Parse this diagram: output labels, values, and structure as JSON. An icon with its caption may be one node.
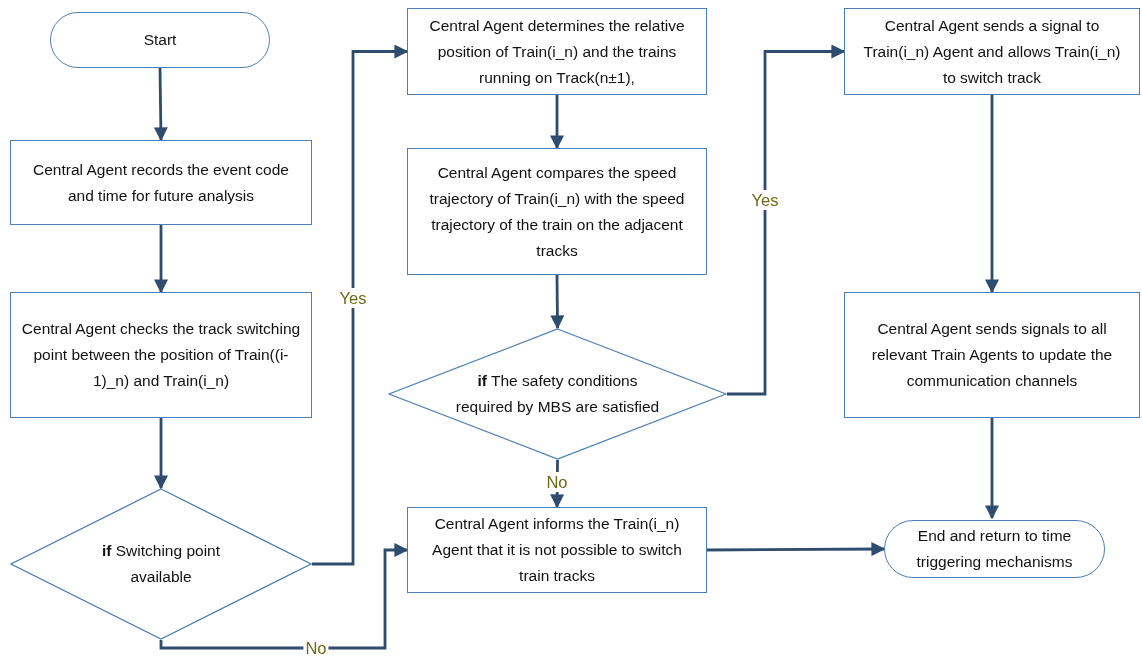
{
  "diagram": {
    "nodes": [
      {
        "text": [
          "Start"
        ]
      },
      {
        "text": [
          "Central Agent records the event code and time for future analysis"
        ]
      },
      {
        "text": [
          "Central Agent  checks the track switching point between the position of Train((i-1)_n) and Train(i_n)"
        ]
      },
      {
        "text": [
          "**if** Switching point available"
        ]
      },
      {
        "text": [
          "Central Agent determines the relative position of Train(i_n) and the trains running on Track(n±1),"
        ]
      },
      {
        "text": [
          "Central Agent compares the speed trajectory of Train(i_n) with the speed trajectory of the train on the adjacent tracks"
        ]
      },
      {
        "text": [
          "**if** The safety conditions required by MBS are satisfied"
        ]
      },
      {
        "text": [
          "Central Agent informs the Train(i_n) Agent that it is not possible to switch train tracks"
        ]
      },
      {
        "text": [
          "Central Agent sends a signal to Train(i_n) Agent and allows Train(i_n) to switch track"
        ]
      },
      {
        "text": [
          "Central Agent  sends signals to all relevant Train Agents to update the communication channels"
        ]
      },
      {
        "text": [
          "End and return to time triggering mechanisms"
        ]
      }
    ],
    "edges": [
      {
        "from": 0,
        "to": 1,
        "arrow": "to"
      },
      {
        "from": 1,
        "to": 2,
        "arrow": "to"
      },
      {
        "from": 2,
        "to": 3,
        "arrow": "to"
      },
      {
        "from": 3,
        "to": 4,
        "arrow": "to",
        "label": "Yes"
      },
      {
        "from": 3,
        "to": 7,
        "arrow": "to",
        "label": "No"
      },
      {
        "from": 4,
        "to": 5,
        "arrow": "to"
      },
      {
        "from": 5,
        "to": 6,
        "arrow": "to"
      },
      {
        "from": 6,
        "to": 8,
        "arrow": "to",
        "label": "Yes"
      },
      {
        "from": 6,
        "to": 7,
        "arrow": "to",
        "label": "No"
      },
      {
        "from": 8,
        "to": 9,
        "arrow": "to"
      },
      {
        "from": 9,
        "to": 10,
        "arrow": "to"
      },
      {
        "from": 7,
        "to": 10,
        "arrow": "to"
      }
    ]
  }
}
